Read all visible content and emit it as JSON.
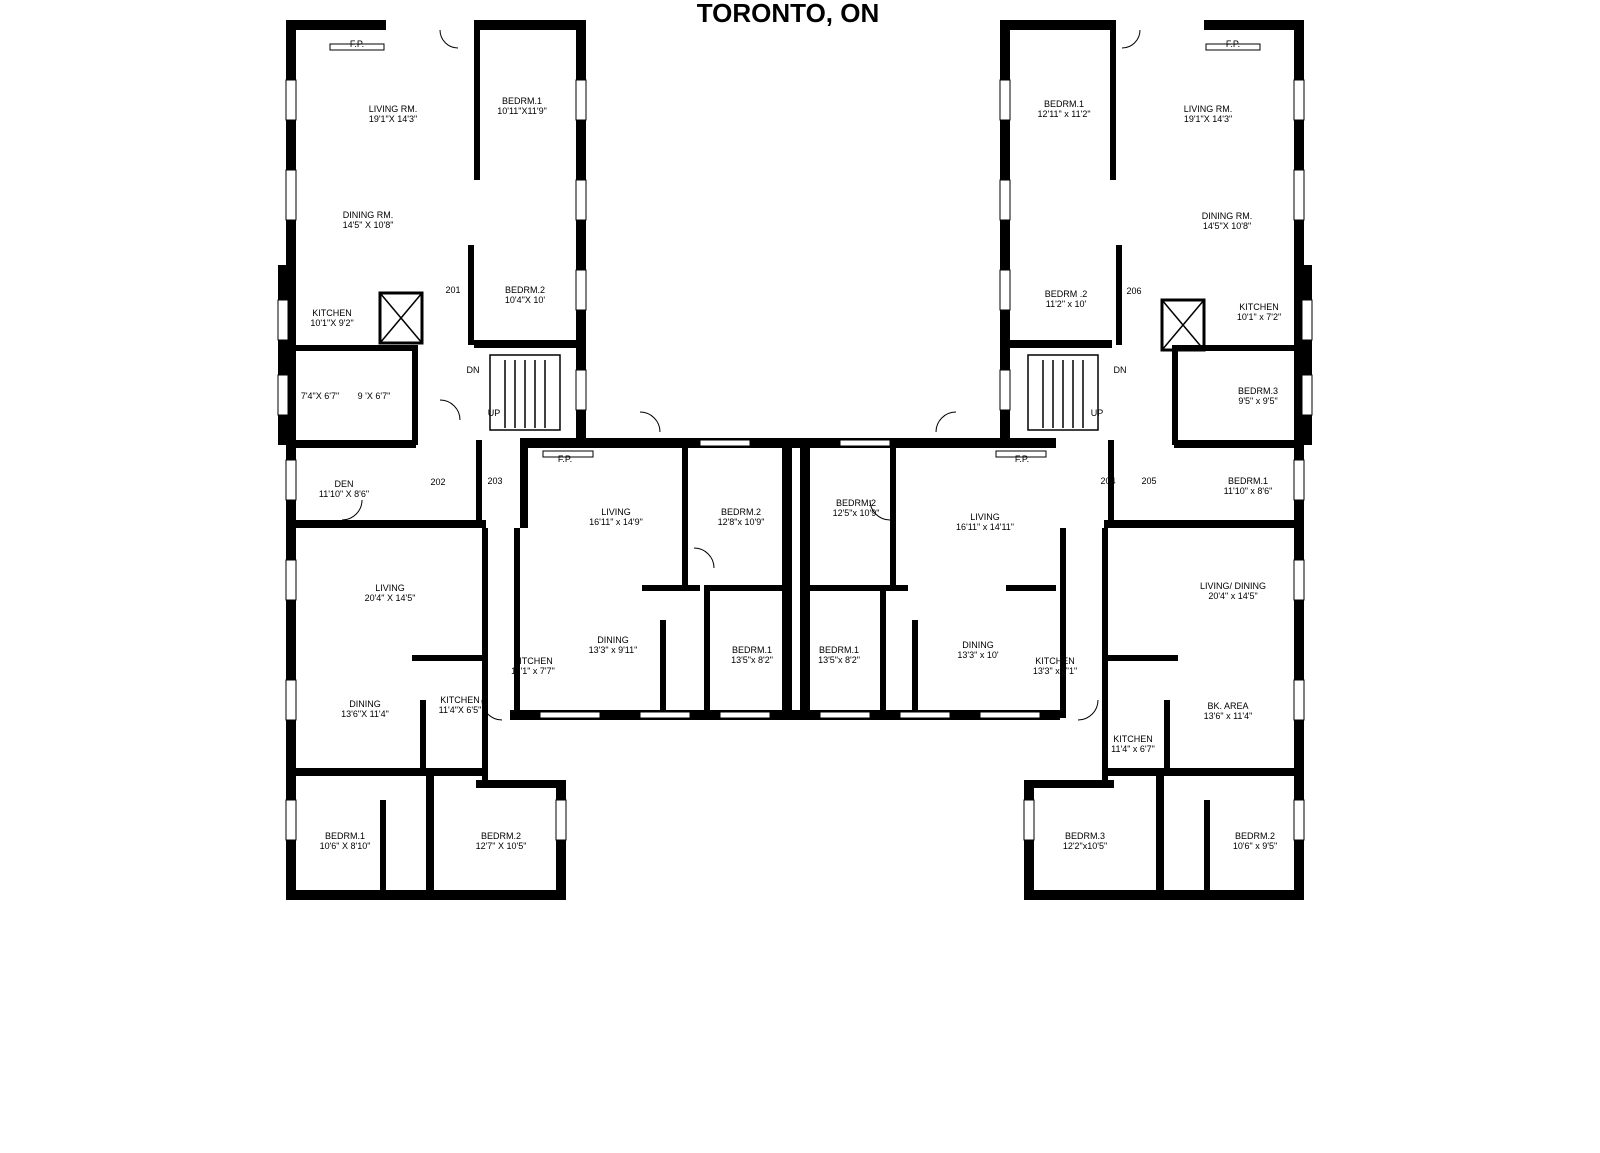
{
  "title": "TORONTO, ON",
  "rooms": [
    {
      "id": "u201-living",
      "name": "LIVING RM.",
      "size": "19'1\"X 14'3\""
    },
    {
      "id": "u201-bed1",
      "name": "BEDRM.1",
      "size": "10'11\"X11'9\""
    },
    {
      "id": "u201-dining",
      "name": "DINING RM.",
      "size": "14'5\" X 10'8\""
    },
    {
      "id": "u201-bed2",
      "name": "BEDRM.2",
      "size": "10'4\"X 10'"
    },
    {
      "id": "u201-kitchen",
      "name": "KITCHEN",
      "size": "10'1\"X 9'2\""
    },
    {
      "id": "u201-small1",
      "name": "",
      "size": "7'4\"X 6'7\""
    },
    {
      "id": "u201-small2",
      "name": "",
      "size": "9 'X 6'7\""
    },
    {
      "id": "u202-den",
      "name": "DEN",
      "size": "11'10\" X 8'6\""
    },
    {
      "id": "u202-living",
      "name": "LIVING",
      "size": "20'4\" X 14'5\""
    },
    {
      "id": "u202-dining",
      "name": "DINING",
      "size": "13'6\"X 11'4\""
    },
    {
      "id": "u202-kitchen",
      "name": "KITCHEN",
      "size": "11'4\"X 6'5\""
    },
    {
      "id": "u202-bed1",
      "name": "BEDRM.1",
      "size": "10'6\" X 8'10\""
    },
    {
      "id": "u202-bed2",
      "name": "BEDRM.2",
      "size": "12'7\" X 10'5\""
    },
    {
      "id": "u203-living",
      "name": "LIVING",
      "size": "16'11\" x 14'9\""
    },
    {
      "id": "u203-bed2",
      "name": "BEDRM.2",
      "size": "12'8\"x 10'9\""
    },
    {
      "id": "u203-kitchen",
      "name": "KITCHEN",
      "size": "11'1\" x 7'7\""
    },
    {
      "id": "u203-dining",
      "name": "DINING",
      "size": "13'3\" x 9'11\""
    },
    {
      "id": "u203-bed1",
      "name": "BEDRM.1",
      "size": "13'5\"x 8'2\""
    },
    {
      "id": "u204-bed2",
      "name": "BEDRM.2",
      "size": "12'5\"x 10'9\""
    },
    {
      "id": "u204-living",
      "name": "LIVING",
      "size": "16'11\" x 14'11\""
    },
    {
      "id": "u204-bed1",
      "name": "BEDRM.1",
      "size": "13'5\"x 8'2\""
    },
    {
      "id": "u204-dining",
      "name": "DINING",
      "size": "13'3\" x 10'"
    },
    {
      "id": "u204-kitchen",
      "name": "KITCHEN",
      "size": "13'3\" x 7'1\""
    },
    {
      "id": "u206-bed1",
      "name": "BEDRM.1",
      "size": "12'11\" x 11'2\""
    },
    {
      "id": "u206-living",
      "name": "LIVING RM.",
      "size": "19'1\"X 14'3\""
    },
    {
      "id": "u206-dining",
      "name": "DINING RM.",
      "size": "14'5\"X 10'8\""
    },
    {
      "id": "u206-bed2",
      "name": "BEDRM .2",
      "size": "11'2\" x 10'"
    },
    {
      "id": "u206-kitchen",
      "name": "KITCHEN",
      "size": "10'1\" x 7'2\""
    },
    {
      "id": "u206-bed3",
      "name": "BEDRM.3",
      "size": "9'5\" x 9'5\""
    },
    {
      "id": "u205-bed1",
      "name": "BEDRM.1",
      "size": "11'10\" x 8'6\""
    },
    {
      "id": "u205-living",
      "name": "LIVING/ DINING",
      "size": "20'4\" x 14'5\""
    },
    {
      "id": "u205-bkarea",
      "name": "BK. AREA",
      "size": "13'6\" x 11'4\""
    },
    {
      "id": "u205-kitchen",
      "name": "KITCHEN",
      "size": "11'4\" x 6'7\""
    },
    {
      "id": "u205-bed3",
      "name": "BEDRM.3",
      "size": "12'2\"x10'5\""
    },
    {
      "id": "u205-bed2",
      "name": "BEDRM.2",
      "size": "10'6\" x 9'5\""
    }
  ],
  "units": [
    "201",
    "202",
    "203",
    "204",
    "205",
    "206"
  ],
  "marks": {
    "fp": "F.P.",
    "dn": "DN",
    "up": "UP"
  }
}
